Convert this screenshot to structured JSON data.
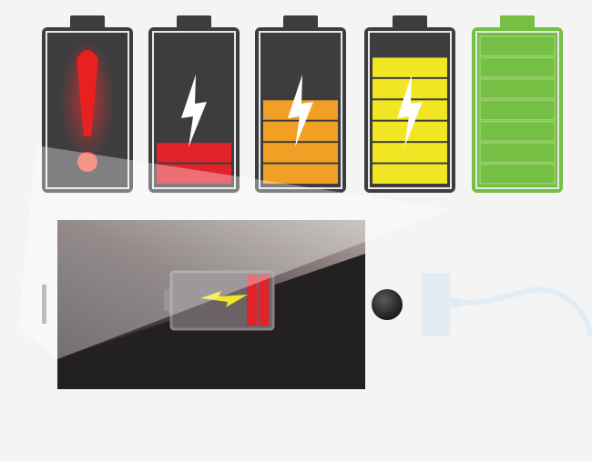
{
  "batteries": [
    {
      "name": "empty",
      "segments_filled": 0,
      "segments_total": 7,
      "fill_color": "#e0232a",
      "frame_color": "#3d3d3f",
      "symbol": "exclamation-icon"
    },
    {
      "name": "low",
      "segments_filled": 2,
      "segments_total": 7,
      "fill_color": "#e0232a",
      "frame_color": "#3d3d3f",
      "symbol": "lightning-icon"
    },
    {
      "name": "medium",
      "segments_filled": 4,
      "segments_total": 7,
      "fill_color": "#f0a024",
      "frame_color": "#3d3d3f",
      "symbol": "lightning-icon"
    },
    {
      "name": "high",
      "segments_filled": 6,
      "segments_total": 7,
      "fill_color": "#f1e524",
      "frame_color": "#3d3d3f",
      "symbol": "lightning-icon"
    },
    {
      "name": "full",
      "segments_filled": 7,
      "segments_total": 7,
      "fill_color": "#74bf44",
      "frame_color": "#74bf44",
      "symbol": "none"
    }
  ],
  "phone": {
    "screen_battery": {
      "segments_filled": 2,
      "segments_total": 8,
      "fill_color": "#e0232a",
      "bolt_color": "#f1e524"
    }
  },
  "colors": {
    "background": "#f4f4f4",
    "screen_dark": "#222023",
    "cable": "#e4ecf3"
  }
}
